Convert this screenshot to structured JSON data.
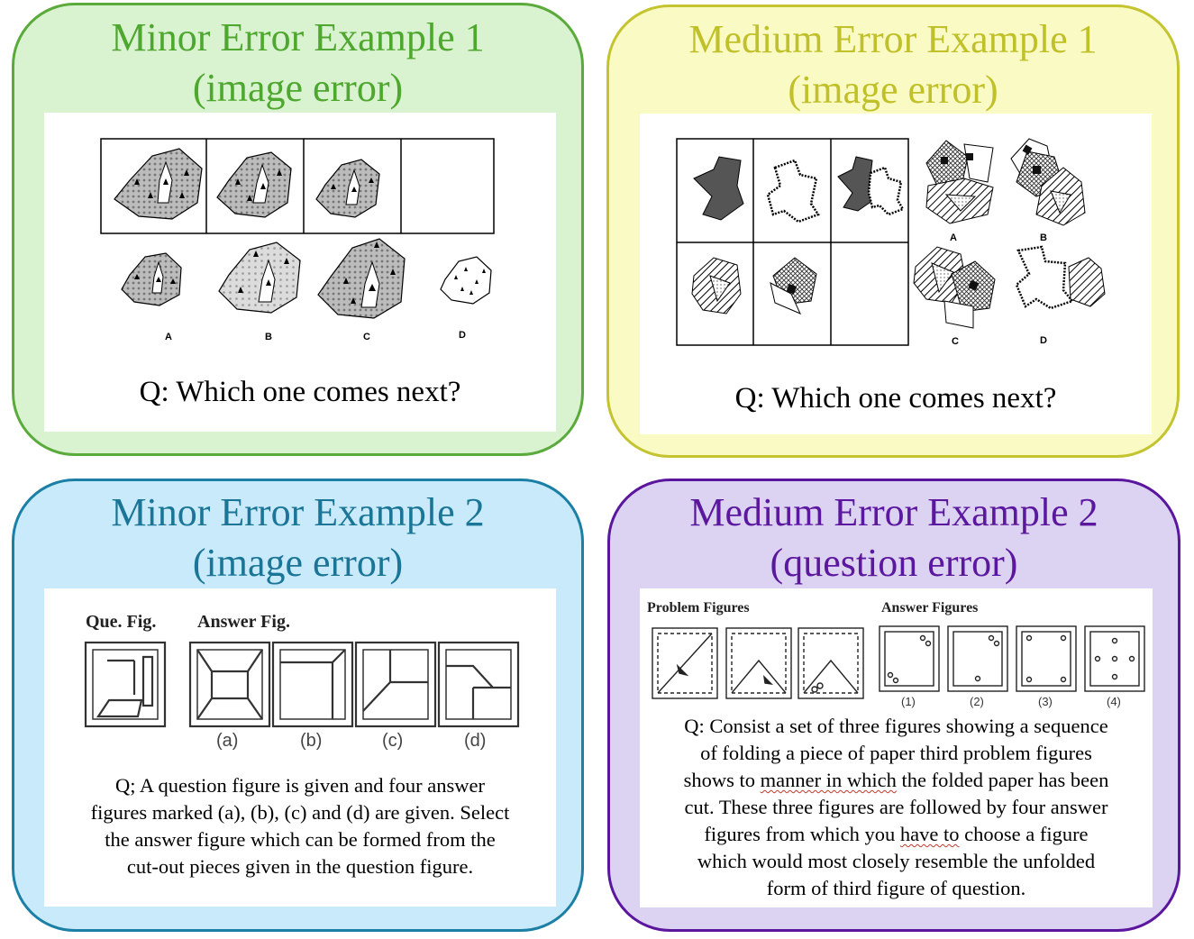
{
  "colors": {
    "green_border": "#5aaa3c",
    "green_fill": "#d9f2d0",
    "green_text": "#4ea72e",
    "yellow_border": "#c4c431",
    "yellow_fill": "#fafac4",
    "yellow_text": "#c0c02a",
    "blue_border": "#1c7fa6",
    "blue_fill": "#c8eafa",
    "blue_text": "#1a7596",
    "purple_border": "#5b169e",
    "purple_fill": "#dcd2f2",
    "purple_text": "#5b179e"
  },
  "cards": {
    "minor1": {
      "title_line1": "Minor Error Example 1",
      "title_line2": "(image error)",
      "question": "Q: Which one comes next?",
      "option_labels": [
        "A",
        "B",
        "C",
        "D"
      ]
    },
    "medium1": {
      "title_line1": "Medium Error Example 1",
      "title_line2": "(image error)",
      "question": "Q: Which one comes next?",
      "option_labels": [
        "A",
        "B",
        "C",
        "D"
      ]
    },
    "minor2": {
      "title_line1": "Minor Error Example 2",
      "title_line2": "(image error)",
      "que_fig_label": "Que. Fig.",
      "answer_fig_label": "Answer Fig.",
      "option_labels": [
        "(a)",
        "(b)",
        "(c)",
        "(d)"
      ],
      "question_lines": [
        "Q; A question figure is given and four answer",
        "figures marked (a), (b), (c) and (d) are given. Select",
        "the answer figure which can be formed from the",
        "cut-out pieces given in the question figure."
      ]
    },
    "medium2": {
      "title_line1": "Medium Error Example 2",
      "title_line2": "(question error)",
      "problem_figures_label": "Problem Figures",
      "answer_figures_label": "Answer Figures",
      "option_labels": [
        "(1)",
        "(2)",
        "(3)",
        "(4)"
      ],
      "q_line1": "Q: Consist a set of three figures showing a sequence",
      "q_line2": "of folding a piece of paper third problem figures",
      "q_line3_pre": "shows to ",
      "q_line3_mark": "manner in which",
      "q_line3_post": " the folded paper has been",
      "q_line4": "cut. These three figures are followed by four answer",
      "q_line5_pre": "figures from which you ",
      "q_line5_mark": "have to",
      "q_line5_post": " choose a figure",
      "q_line6": "which would most closely resemble the unfolded",
      "q_line7": "form of third figure of question."
    }
  }
}
